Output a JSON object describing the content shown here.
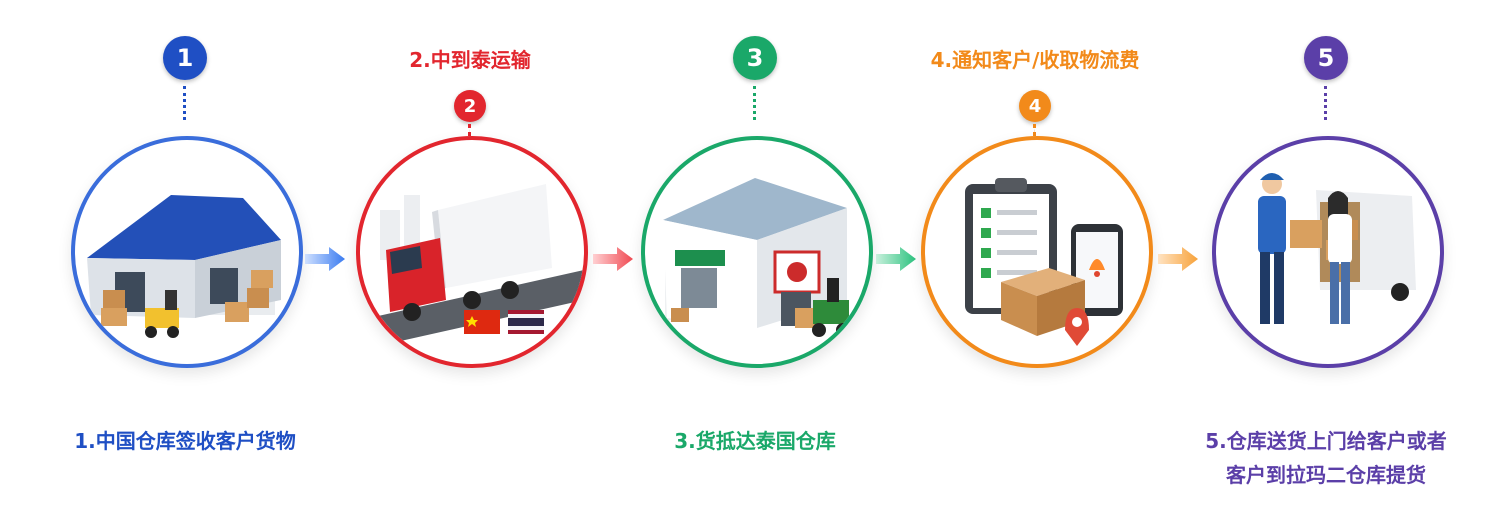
{
  "colors": {
    "step1": "#1f4fc4",
    "step2": "#e2262e",
    "step3": "#1aa869",
    "step4": "#f28a1a",
    "step5": "#5b3fa8"
  },
  "steps": [
    {
      "number": "1",
      "caption": "1.中国仓库签收客户货物",
      "icon": "warehouse-forklift-icon"
    },
    {
      "number": "2",
      "title": "2.中到泰运输",
      "icon": "truck-flags-icon"
    },
    {
      "number": "3",
      "caption": "3.货抵达泰国仓库",
      "icon": "thai-warehouse-icon"
    },
    {
      "number": "4",
      "title": "4.通知客户/收取物流费",
      "icon": "clipboard-phone-icon"
    },
    {
      "number": "5",
      "caption_line1": "5.仓库送货上门给客户或者",
      "caption_line2": "客户到拉玛二仓库提货",
      "icon": "delivery-handover-icon"
    }
  ]
}
